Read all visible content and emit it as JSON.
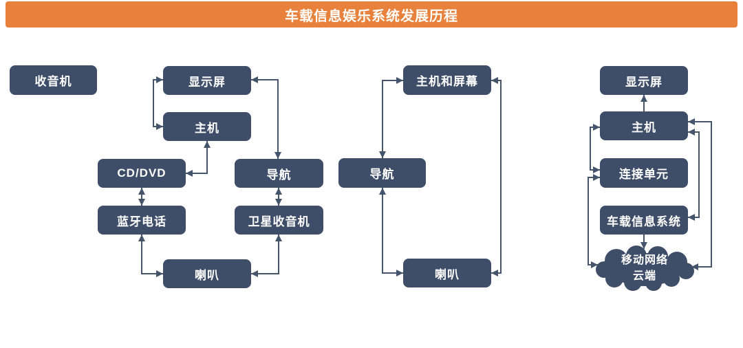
{
  "title": "车载信息娱乐系统发展历程",
  "colors": {
    "accent_orange": "#E8813B",
    "node_fill": "#3F4E68",
    "connector": "#44546A",
    "label_text": "#FFFFFF",
    "background": "#FFFFFF"
  },
  "nodes": {
    "radio": {
      "label": "收音机"
    },
    "s2_display": {
      "label": "显示屏"
    },
    "s2_host": {
      "label": "主机"
    },
    "s2_cddvd": {
      "label": "CD/DVD"
    },
    "s2_bluetooth": {
      "label": "蓝牙电话"
    },
    "s2_nav": {
      "label": "导航"
    },
    "s2_satradio": {
      "label": "卫星收音机"
    },
    "s2_speaker": {
      "label": "喇叭"
    },
    "s3_hostscreen": {
      "label": "主机和屏幕"
    },
    "s3_nav": {
      "label": "导航"
    },
    "s3_speaker": {
      "label": "喇叭"
    },
    "s4_display": {
      "label": "显示屏"
    },
    "s4_host": {
      "label": "主机"
    },
    "s4_connunit": {
      "label": "连接单元"
    },
    "s4_telematics": {
      "label": "车载信息系统"
    },
    "s4_cloud": {
      "line1": "移动网络",
      "line2": "云端"
    }
  },
  "connections": [
    {
      "between": [
        "s2_display",
        "s2_host"
      ],
      "arrows": "both"
    },
    {
      "between": [
        "s2_display",
        "s2_nav"
      ],
      "arrows": "both"
    },
    {
      "between": [
        "s2_host",
        "s2_cddvd"
      ],
      "arrows": "both"
    },
    {
      "between": [
        "s2_cddvd",
        "s2_bluetooth"
      ],
      "arrows": "both"
    },
    {
      "between": [
        "s2_nav",
        "s2_satradio"
      ],
      "arrows": "both"
    },
    {
      "between": [
        "s2_bluetooth",
        "s2_speaker"
      ],
      "arrows": "both"
    },
    {
      "between": [
        "s2_satradio",
        "s2_speaker"
      ],
      "arrows": "both"
    },
    {
      "between": [
        "s3_nav",
        "s3_hostscreen"
      ],
      "arrows": "both"
    },
    {
      "between": [
        "s3_nav",
        "s3_speaker"
      ],
      "arrows": "both"
    },
    {
      "between": [
        "s3_hostscreen",
        "s3_speaker"
      ],
      "arrows": "both"
    },
    {
      "between": [
        "s4_host",
        "s4_display"
      ],
      "arrows": "to"
    },
    {
      "between": [
        "s4_host",
        "s4_connunit"
      ],
      "arrows": "both"
    },
    {
      "between": [
        "s4_connunit",
        "s4_cloud"
      ],
      "arrows": "both"
    },
    {
      "between": [
        "s4_host",
        "s4_telematics"
      ],
      "arrows": "both"
    },
    {
      "between": [
        "s4_host",
        "s4_cloud"
      ],
      "arrows": "both"
    },
    {
      "between": [
        "s4_telematics",
        "s4_cloud"
      ],
      "arrows": "to"
    }
  ]
}
